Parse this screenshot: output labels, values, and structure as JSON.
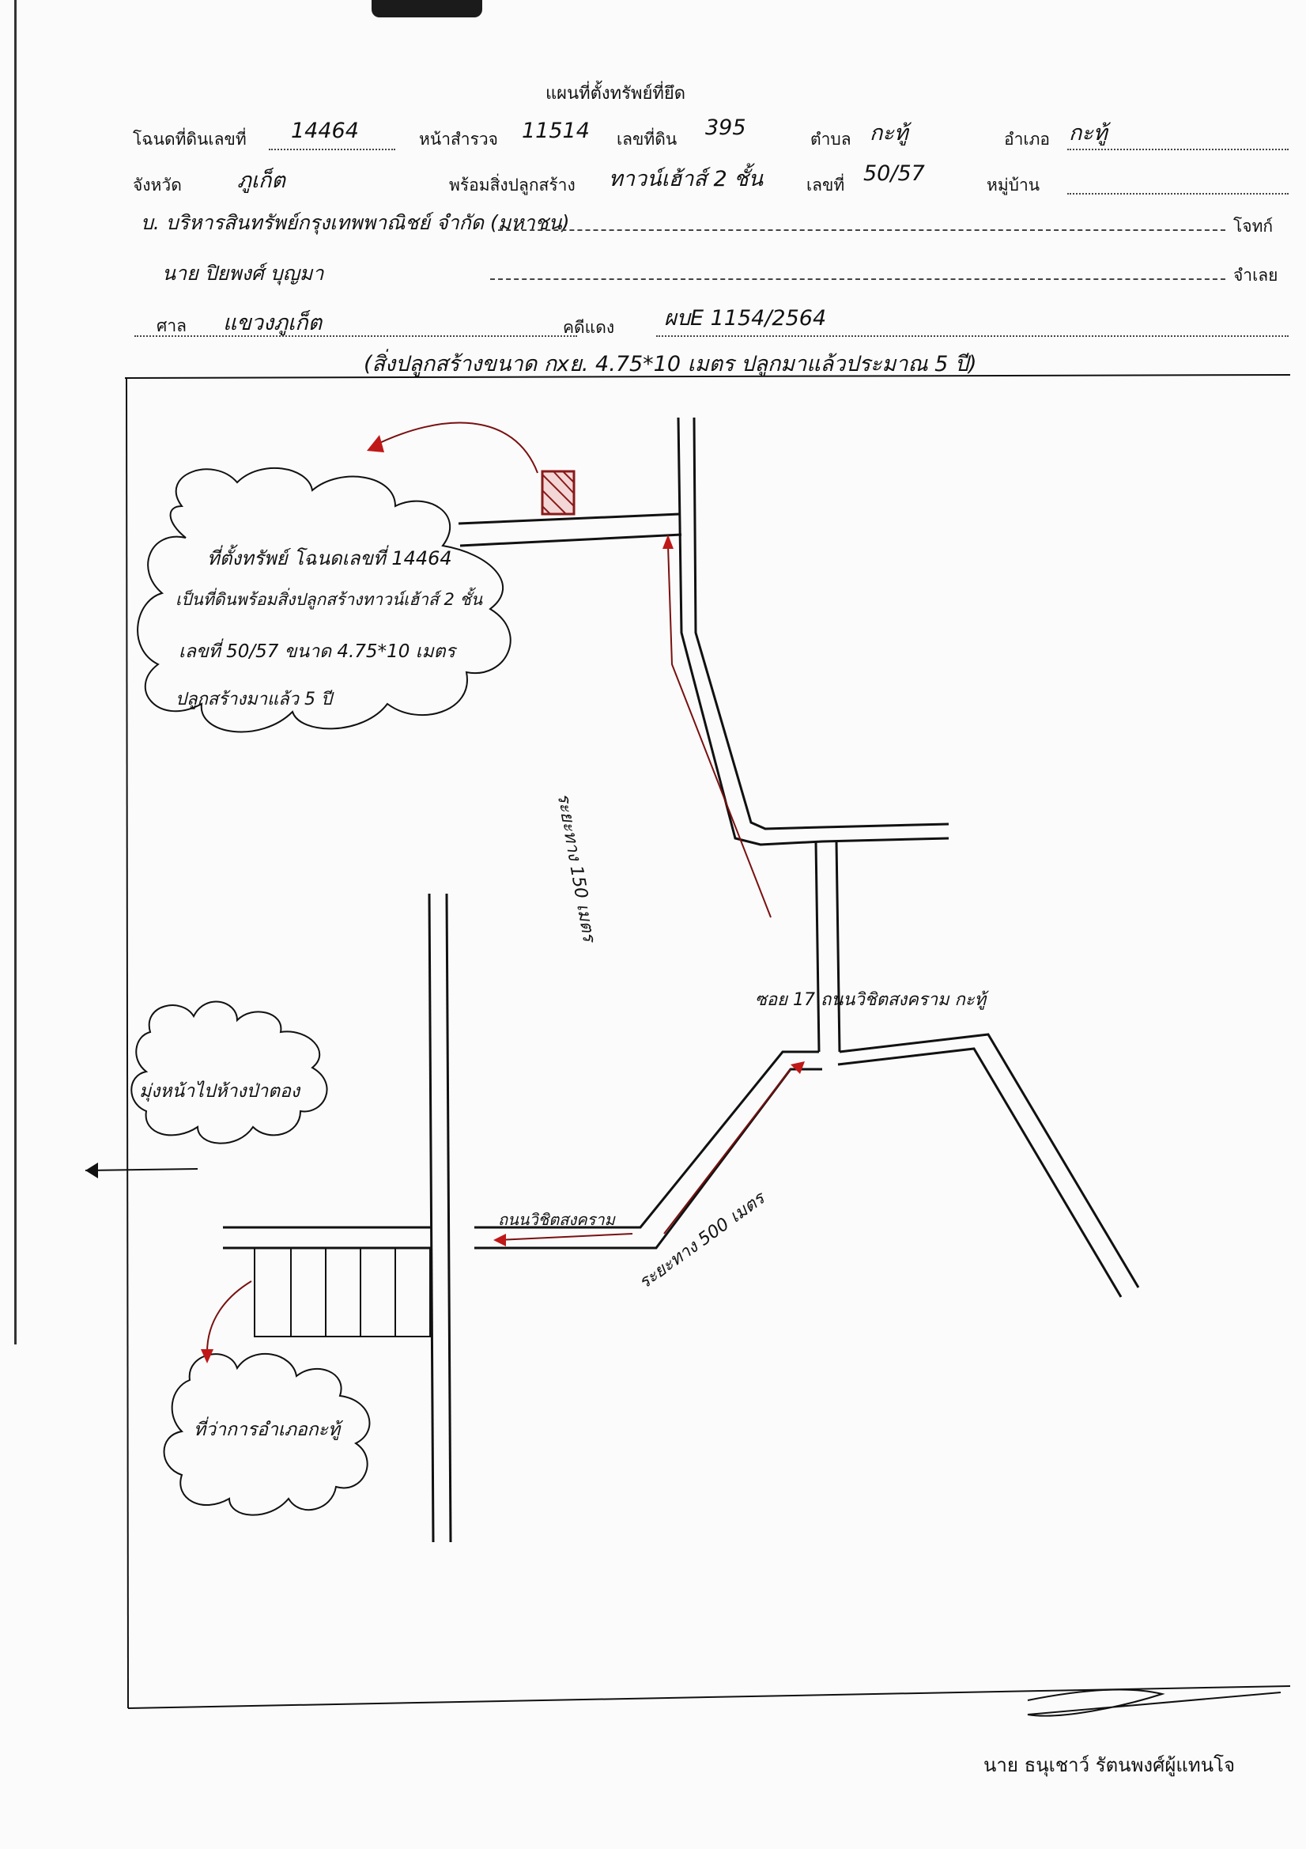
{
  "header": {
    "title": "แผนที่ตั้งทรัพย์ที่ยึด",
    "deed_label": "โฉนดที่ดินเลขที่",
    "deed_no": "14464",
    "survey_label": "หน้าสำรวจ",
    "survey_no": "11514",
    "land_label": "เลขที่ดิน",
    "land_no": "395",
    "subdistrict_label": "ตำบล",
    "subdistrict": "กะทู้",
    "district_label": "อำเภอ",
    "district": "กะทู้",
    "province_label": "จังหวัด",
    "province": "ภูเก็ต",
    "building_label": "พร้อมสิ่งปลูกสร้าง",
    "building": "ทาวน์เฮ้าส์ 2 ชั้น",
    "house_no_label": "เลขที่",
    "house_no": "50/57",
    "village_label": "หมู่บ้าน",
    "plaintiff": "บ. บริหารสินทรัพย์กรุงเทพพาณิชย์ จำกัด (มหาชน)",
    "plaintiff_role": "โจทก์",
    "defendant": "นาย ปิยพงศ์ บุญมา",
    "defendant_role": "จำเลย",
    "court_label": "ศาล",
    "court": "แขวงภูเก็ต",
    "case_label": "คดีแดง",
    "case_no": "ผบE 1154/2564",
    "note": "(สิ่งปลูกสร้างขนาด กxย. 4.75*10 เมตร ปลูกมาแล้วประมาณ 5 ปี)"
  },
  "map": {
    "property_bubble": [
      "ที่ตั้งทรัพย์ โฉนดเลขที่ 14464",
      "เป็นที่ดินพร้อมสิ่งปลูกสร้างทาวน์เฮ้าส์ 2 ชั้น",
      "เลขที่ 50/57 ขนาด 4.75*10 เมตร",
      "ปลูกสร้างมาแล้ว 5 ปี"
    ],
    "direction_bubble": "มุ่งหน้าไปห้างป่าตอง",
    "office_bubble": "ที่ว่าการอำเภอกะทู้",
    "road_distance_1": "ระยะทาง 150 เมตร",
    "road_distance_2": "ระยะทาง 500 เมตร",
    "junction_label": "ซอย 17 ถนนวิชิตสงคราม กะทู้",
    "road_label": "ถนนวิชิตสงคราม"
  },
  "footer": {
    "signer": "นาย ธนุเชาว์ รัตนพงศ์ผู้แทนโจ"
  }
}
